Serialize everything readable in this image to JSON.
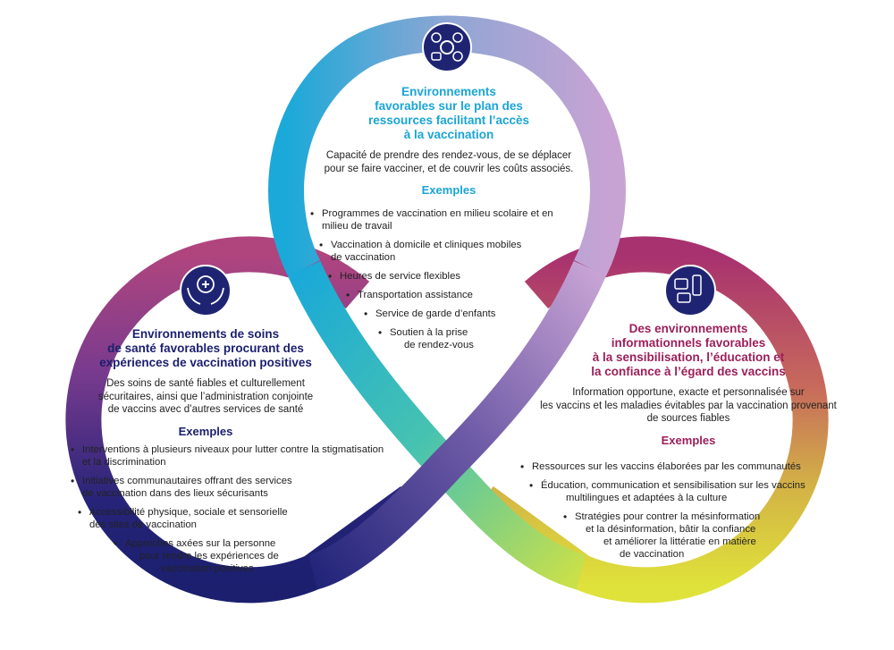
{
  "colors": {
    "top_accent": "#1aa5d6",
    "left_accent": "#1b1f6e",
    "right_accent": "#9c1f5a",
    "badge_fill": "#1f2472"
  },
  "panels": {
    "top": {
      "icon": "gear-dollar-clock-transport-icon",
      "title_lines": [
        "Environnements",
        "favorables sur le plan des",
        "ressources facilitant l’accès",
        "à la vaccination"
      ],
      "desc_lines": [
        "Capacité de prendre des rendez-vous, de se déplacer",
        "pour se faire vacciner, et de couvrir les coûts associés."
      ],
      "examples_label": "Exemples",
      "items": [
        {
          "lines": [
            "Programmes de vaccination en milieu scolaire et en",
            "milieu de travail"
          ]
        },
        {
          "lines": [
            "Vaccination à domicile et cliniques mobiles",
            "de vaccination"
          ]
        },
        {
          "lines": [
            "Heures de service flexibles"
          ]
        },
        {
          "lines": [
            "Transportation assistance"
          ]
        },
        {
          "lines": [
            "Service de garde d’enfants"
          ]
        },
        {
          "lines": [
            "Soutien à la prise",
            "de rendez-vous"
          ]
        }
      ]
    },
    "left": {
      "icon": "hands-medical-cross-icon",
      "title_lines": [
        "Environnements de soins",
        "de santé favorables procurant des",
        "expériences de vaccination positives"
      ],
      "desc_lines": [
        "Des soins de santé fiables et culturellement",
        "sécuritaires, ainsi que l’administration conjointe",
        "de vaccins avec d’autres services de santé"
      ],
      "examples_label": "Exemples",
      "items": [
        {
          "lines": [
            "Interventions à plusieurs niveaux pour lutter contre la stigmatisation",
            "et la discrimination"
          ]
        },
        {
          "lines": [
            "Initiatives communautaires offrant des services",
            "de vaccination dans des lieux sécurisants"
          ]
        },
        {
          "lines": [
            "Accessibilité physique, sociale et sensorielle",
            "des sites de vaccination"
          ]
        },
        {
          "lines": [
            "Approches axées sur la personne",
            "pour rendre les expériences de",
            "vaccination positives"
          ]
        }
      ]
    },
    "right": {
      "icon": "chat-bubbles-vaccine-icon",
      "title_lines": [
        "Des environnements",
        "informationnels favorables",
        "à la sensibilisation, l’éducation et",
        "la confiance à l’égard des vaccins"
      ],
      "desc_lines": [
        "Information opportune, exacte et personnalisée sur",
        "les vaccins et les maladies évitables par la vaccination provenant",
        "de sources fiables"
      ],
      "examples_label": "Exemples",
      "items": [
        {
          "lines": [
            "Ressources sur les vaccins élaborées par les communautés"
          ]
        },
        {
          "lines": [
            "Éducation, communication et sensibilisation sur les vaccins",
            "multilingues et adaptées à la culture"
          ]
        },
        {
          "lines": [
            "Stratégies pour contrer la mésinformation",
            "et la désinformation, bâtir la confiance",
            "et améliorer la littératie en matière",
            "de vaccination"
          ]
        }
      ]
    }
  }
}
